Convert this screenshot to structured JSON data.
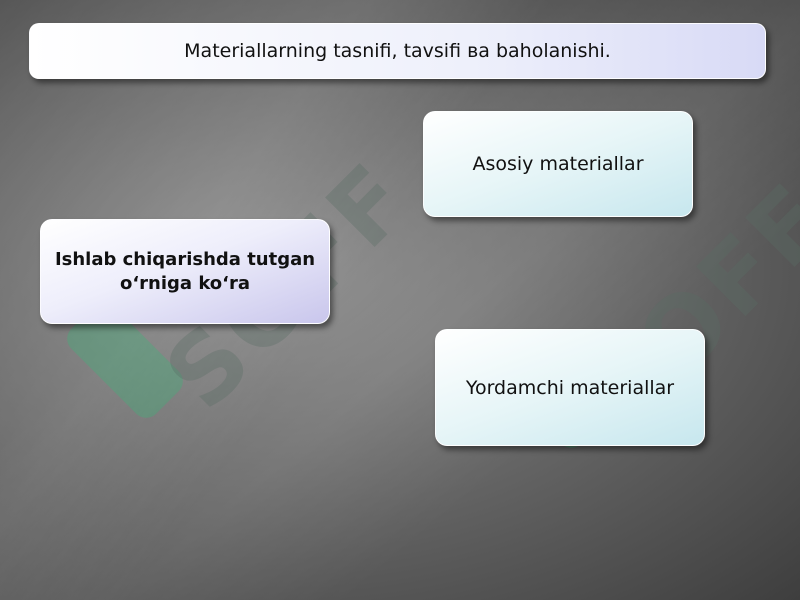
{
  "title": "Materiallarning tasnifi, tavsifi ва baholanishi.",
  "left_box": "Ishlab chiqarishda tutgan o‘rniga ko‘ra",
  "right_boxes": [
    "Asosiy materiallar",
    "Yordamchi materiallar"
  ],
  "watermark": "SOFF",
  "colors": {
    "title_fill": "#e8eaf8",
    "right_box_fill": "#dff1f4",
    "left_box_fill": "#e0ddf4",
    "background": "#6a6a6a"
  }
}
